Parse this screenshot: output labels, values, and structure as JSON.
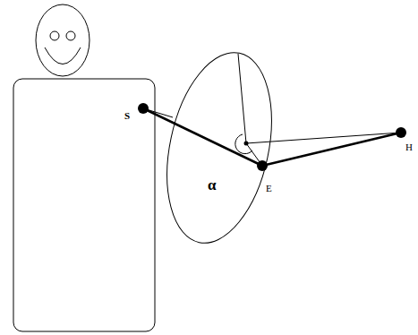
{
  "diagram": {
    "labels": [
      "S",
      "α",
      "E",
      "H"
    ]
  }
}
